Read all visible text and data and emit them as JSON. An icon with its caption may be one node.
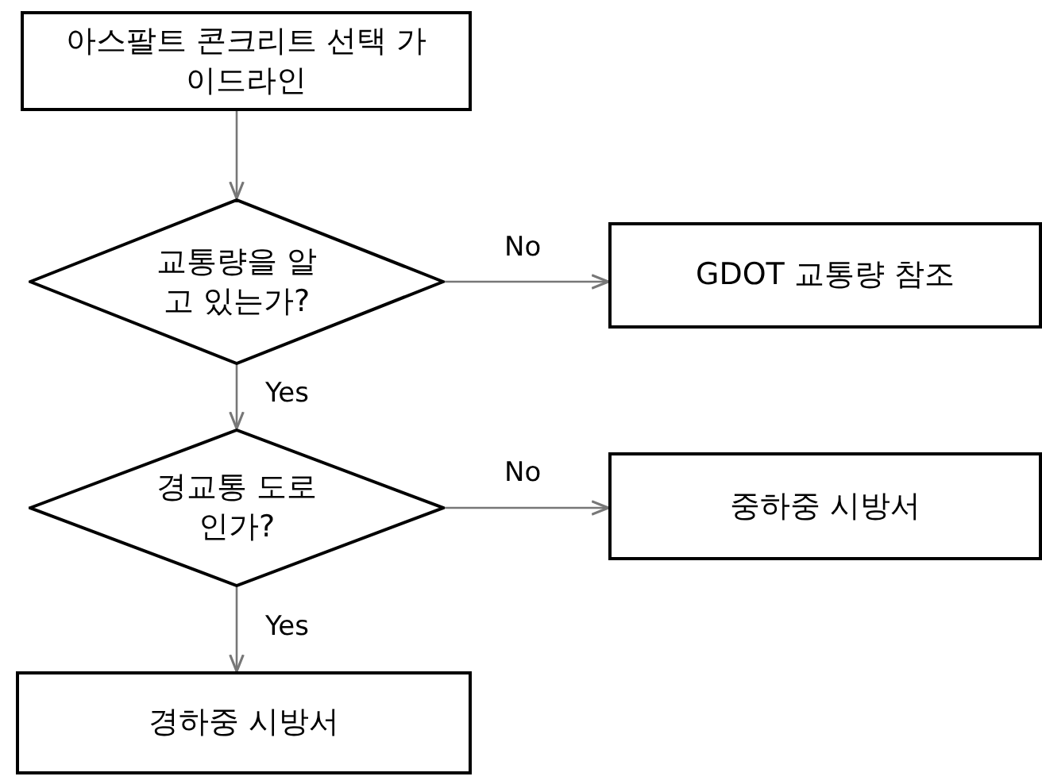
{
  "diagram": {
    "nodes": [
      {
        "text": [
          "아스팔트 콘크리트 선택 가이드라인"
        ]
      },
      {
        "text": [
          "교통량을 알고 있는가?"
        ]
      },
      {
        "text": [
          "GDOT 교통량 참조"
        ]
      },
      {
        "text": [
          "경교통 도로인가?"
        ]
      },
      {
        "text": [
          "중하중 시방서"
        ]
      },
      {
        "text": [
          "경하중 시방서"
        ]
      }
    ],
    "edges": [
      {
        "from": 0,
        "to": 1,
        "arrow": "to"
      },
      {
        "from": 1,
        "to": 2,
        "arrow": "to",
        "label": "No"
      },
      {
        "from": 1,
        "to": 3,
        "arrow": "to",
        "label": "Yes"
      },
      {
        "from": 3,
        "to": 4,
        "arrow": "to",
        "label": "No"
      },
      {
        "from": 3,
        "to": 5,
        "arrow": "to",
        "label": "Yes"
      }
    ]
  }
}
